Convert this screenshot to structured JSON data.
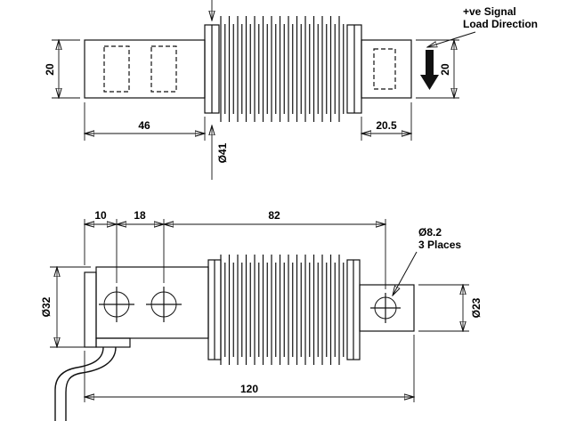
{
  "views": {
    "top": {
      "dim_height_left": "20",
      "dim_width_left": "46",
      "dim_bellows_dia": "Ø41",
      "dim_width_right": "20.5",
      "dim_height_right": "20",
      "annotation_line1": "+ve Signal",
      "annotation_line2": "Load Direction"
    },
    "bottom": {
      "dim_offset_first_hole": "10",
      "dim_hole_spacing": "18",
      "dim_hole_span": "82",
      "dim_body_dia": "Ø32",
      "dim_end_dia": "Ø23",
      "dim_total_length": "120",
      "holes_note_line1": "Ø8.2",
      "holes_note_line2": "3 Places"
    }
  }
}
